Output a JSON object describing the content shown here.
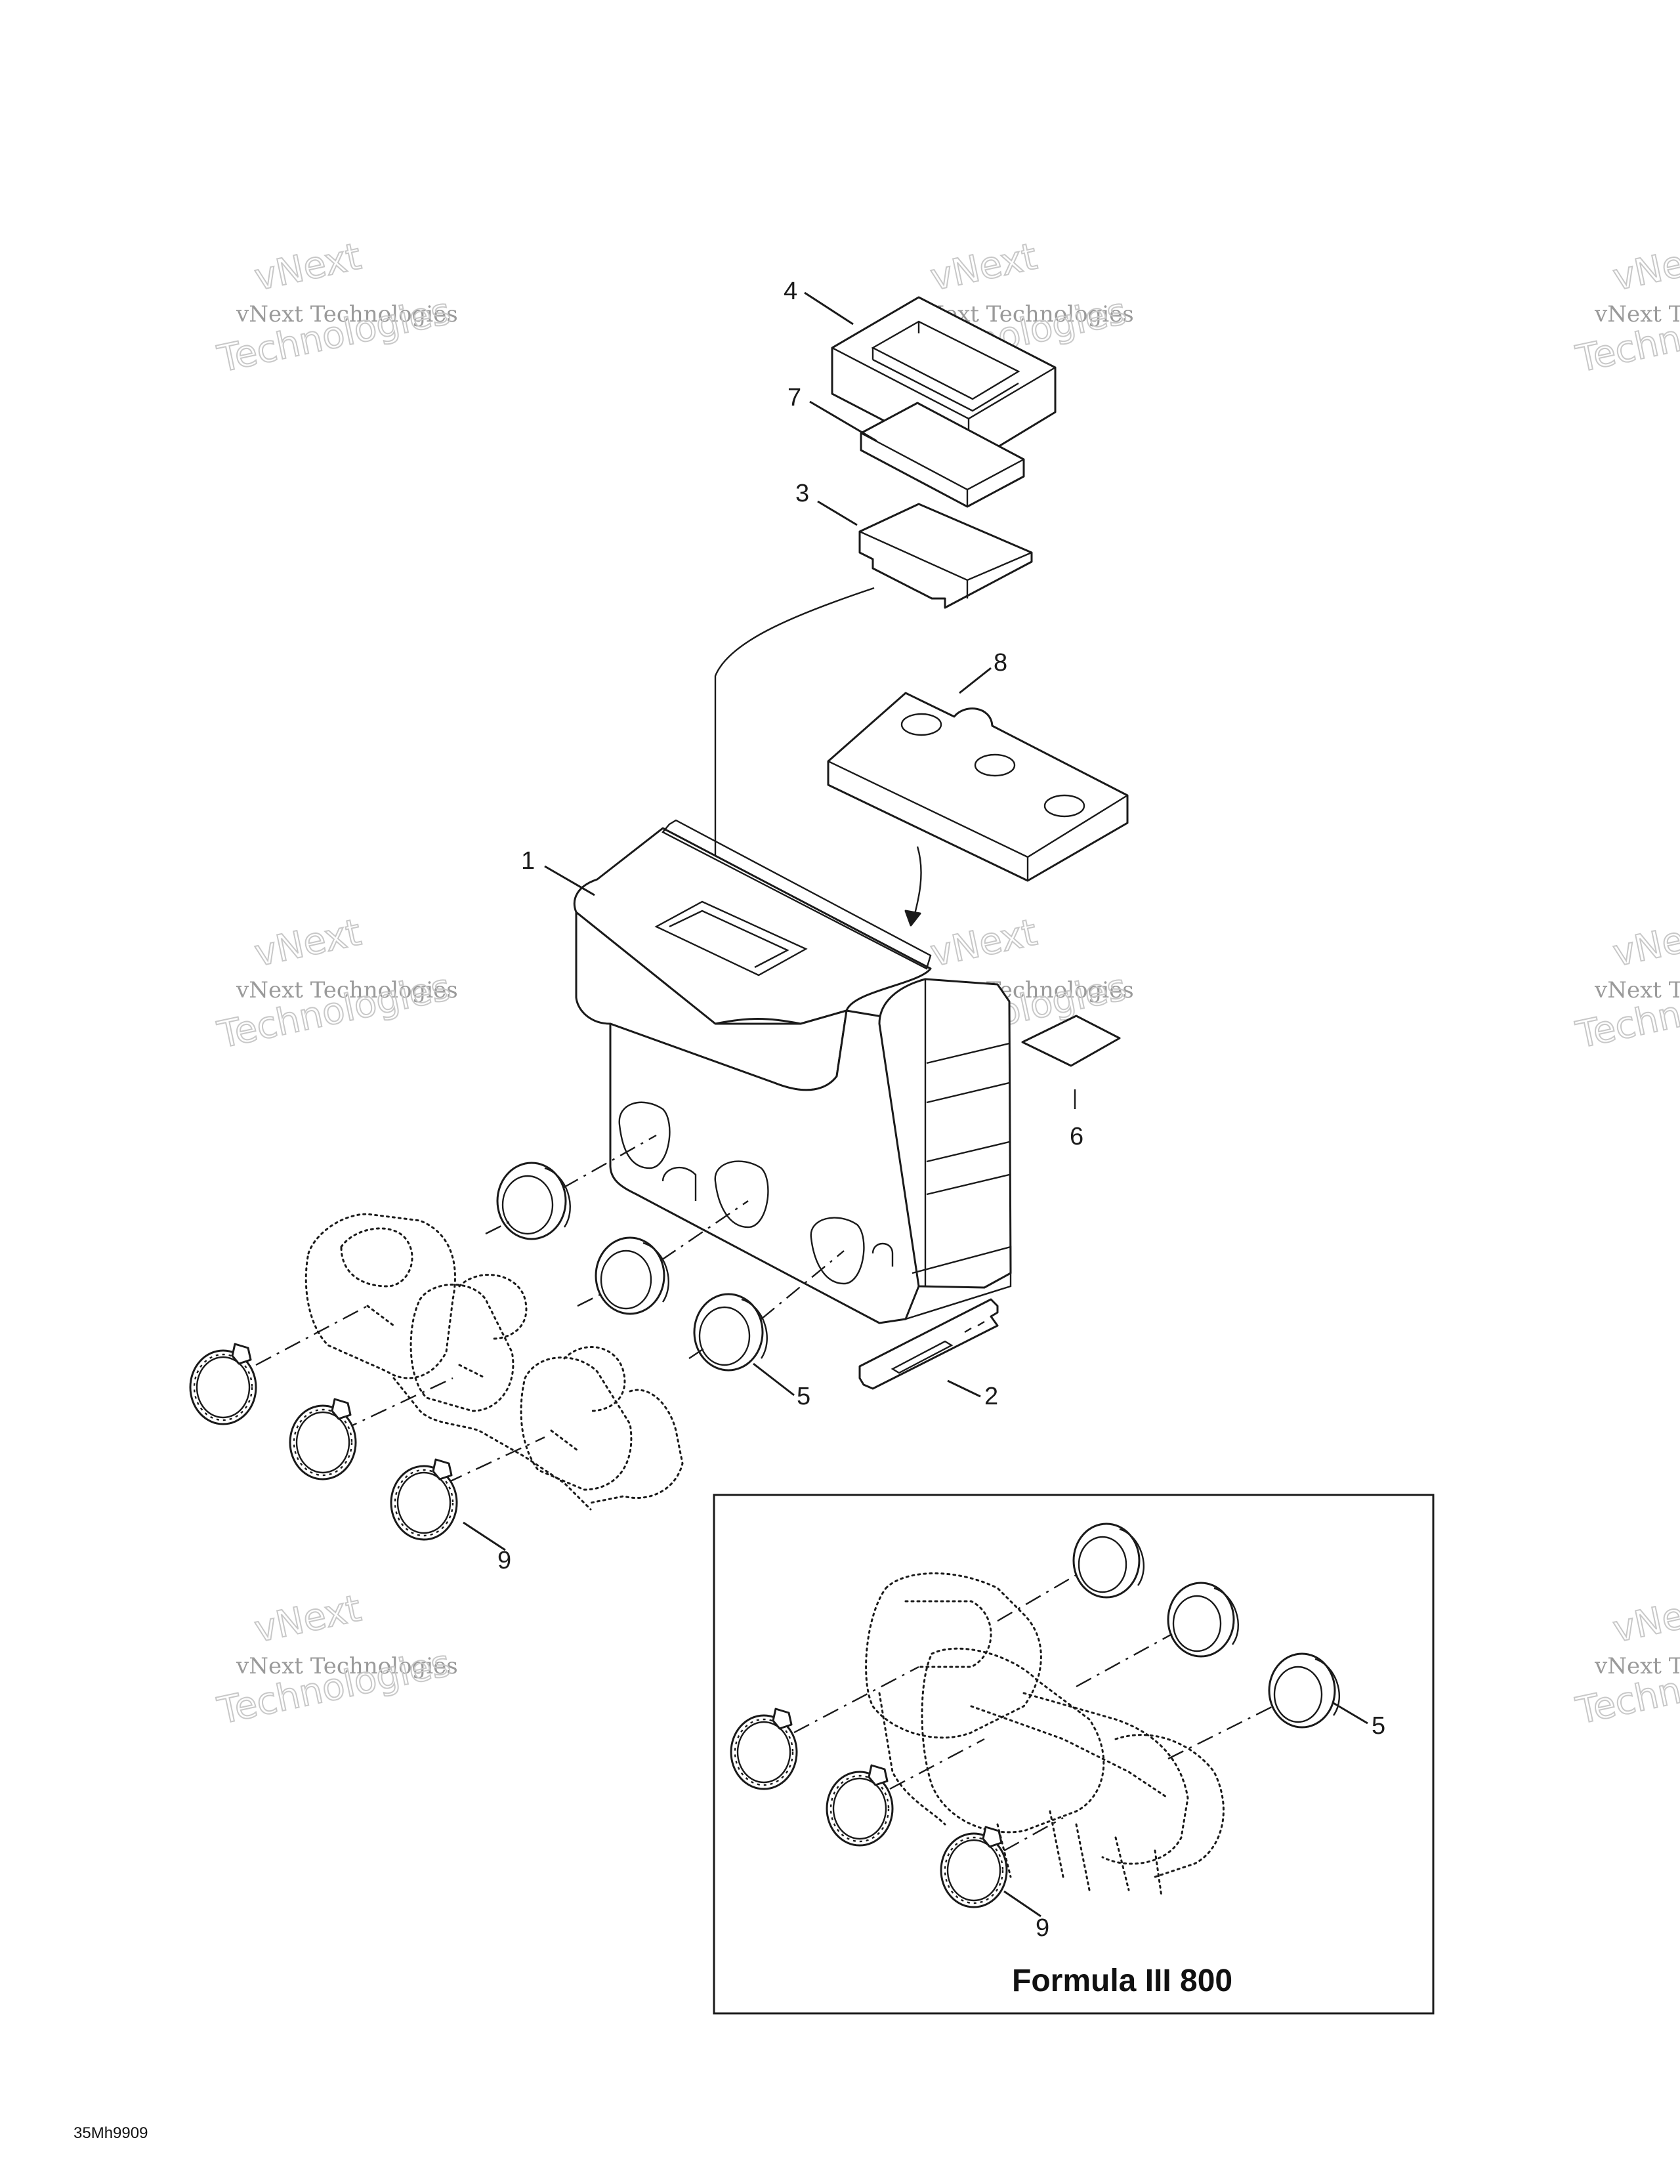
{
  "callouts": {
    "c1": "1",
    "c2": "2",
    "c3": "3",
    "c4": "4",
    "c5": "5",
    "c6": "6",
    "c7": "7",
    "c8": "8",
    "c9": "9",
    "c5_inset": "5",
    "c9_inset": "9"
  },
  "inset": {
    "title": "Formula III 800"
  },
  "drawing_number": "35Mh9909",
  "watermark": {
    "line1": "vNext",
    "line2": "vNext Technologies",
    "line3": "Technologies",
    "line2_partial": "vNext Te",
    "line3_partial": "Techn",
    "line1_partial": "vNe"
  }
}
